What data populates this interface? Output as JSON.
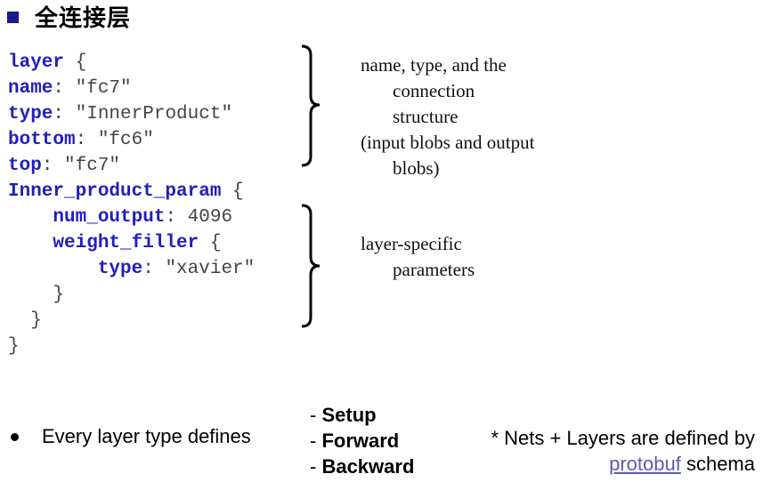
{
  "title": "全连接层",
  "code": {
    "lines": [
      [
        {
          "t": "layer",
          "k": 1
        },
        {
          "t": " {",
          "k": 0
        }
      ],
      [
        {
          "t": "name",
          "k": 1
        },
        {
          "t": ": \"fc7\"",
          "k": 0
        }
      ],
      [
        {
          "t": "type",
          "k": 1
        },
        {
          "t": ": \"InnerProduct\"",
          "k": 0
        }
      ],
      [
        {
          "t": "bottom",
          "k": 1
        },
        {
          "t": ": \"fc6\"",
          "k": 0
        }
      ],
      [
        {
          "t": "top",
          "k": 1
        },
        {
          "t": ": \"fc7\"",
          "k": 0
        }
      ],
      [
        {
          "t": "Inner_product_param",
          "k": 1
        },
        {
          "t": " {",
          "k": 0
        }
      ],
      [
        {
          "t": "    ",
          "k": 0
        },
        {
          "t": "num_output",
          "k": 1
        },
        {
          "t": ": 4096",
          "k": 0
        }
      ],
      [
        {
          "t": "    ",
          "k": 0
        },
        {
          "t": "weight_filler",
          "k": 1
        },
        {
          "t": " {",
          "k": 0
        }
      ],
      [
        {
          "t": "        ",
          "k": 0
        },
        {
          "t": "type",
          "k": 1
        },
        {
          "t": ": \"xavier\"",
          "k": 0
        }
      ],
      [
        {
          "t": "    }",
          "k": 0
        }
      ],
      [
        {
          "t": "  }",
          "k": 0
        }
      ],
      [
        {
          "t": "}",
          "k": 0
        }
      ]
    ]
  },
  "notes": {
    "upper": [
      "name, type, and the",
      "connection",
      "structure",
      "(input blobs and output",
      "blobs)"
    ],
    "lower": [
      "layer-specific",
      "parameters"
    ]
  },
  "bullet": {
    "text": "Every layer type defines",
    "methods_prefix": "- ",
    "methods": [
      "Setup",
      "Forward",
      "Backward"
    ]
  },
  "footnote": {
    "line1": "* Nets + Layers are defined by",
    "link": "protobuf",
    "line2_suffix": " schema"
  }
}
